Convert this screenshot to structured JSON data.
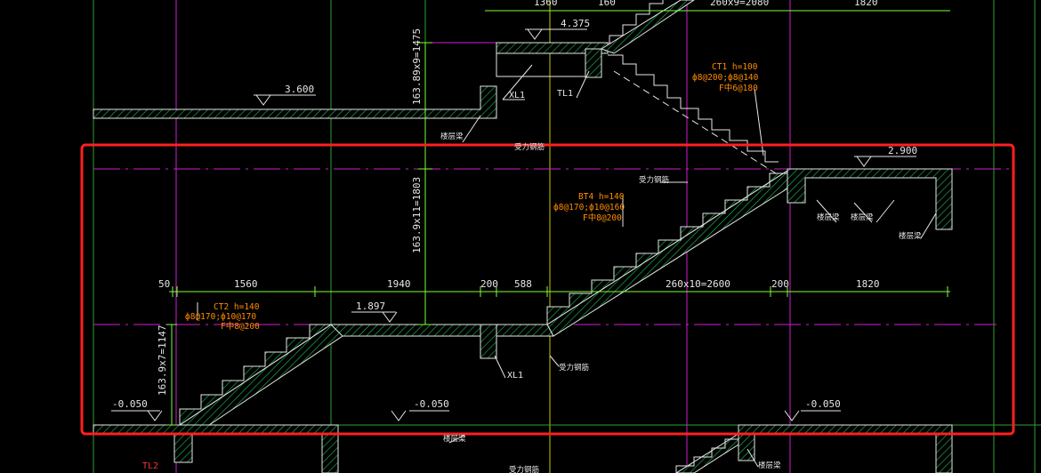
{
  "colors": {
    "background": "#000000",
    "structure": "#e6e6e6",
    "hatch": "#1fbf5a",
    "dimension": "#7cff3a",
    "axis_magenta": "#d21cd2",
    "axis_yellow": "#c8c800",
    "axis_green": "#2ea02e",
    "annotation": "#ff8c00",
    "highlight": "#ff2020",
    "label_red": "#ff3030"
  },
  "elevations": {
    "top_landing": "4.375",
    "upper_floor": "3.600",
    "mid_right": "2.900",
    "mid_landing": "1.897",
    "ground_left": "-0.050",
    "ground_mid": "-0.050",
    "ground_right": "-0.050"
  },
  "dimensions": {
    "top_riser_height": "163.89x9=1475",
    "mid_riser_height": "163.9x11=1803",
    "low_riser_height": "163.9x7=1147",
    "bottom_row": [
      "50",
      "1560",
      "1940",
      "200",
      "588",
      "260x10=2600",
      "200",
      "1820"
    ],
    "top_row_partial": [
      "1360",
      "160",
      "260x9=2080",
      "1820"
    ]
  },
  "annotations": {
    "ct1": [
      "CT1 h=100",
      "ф8@200;ф8@140",
      "F中6@180"
    ],
    "bt4": [
      "BT4 h=140",
      "ф8@170;ф10@160",
      "F中8@200"
    ],
    "ct2": [
      "CT2 h=140",
      "ф8@170;ф10@170",
      "F中8@200"
    ]
  },
  "labels": {
    "xl1_top": "XL1",
    "tl1": "TL1",
    "xl1_mid": "XL1",
    "tl2": "TL2",
    "landing_a": "楼层梁",
    "landing_b": "楼层梁",
    "landing_c": "楼层梁",
    "landing_d": "楼层梁",
    "landing_e": "楼层梁",
    "landing_f": "楼层梁",
    "force_top": "受力钢筋",
    "force_mid": "受力钢筋",
    "force_low": "受力钢筋",
    "force_bottom": "受力钢筋"
  }
}
